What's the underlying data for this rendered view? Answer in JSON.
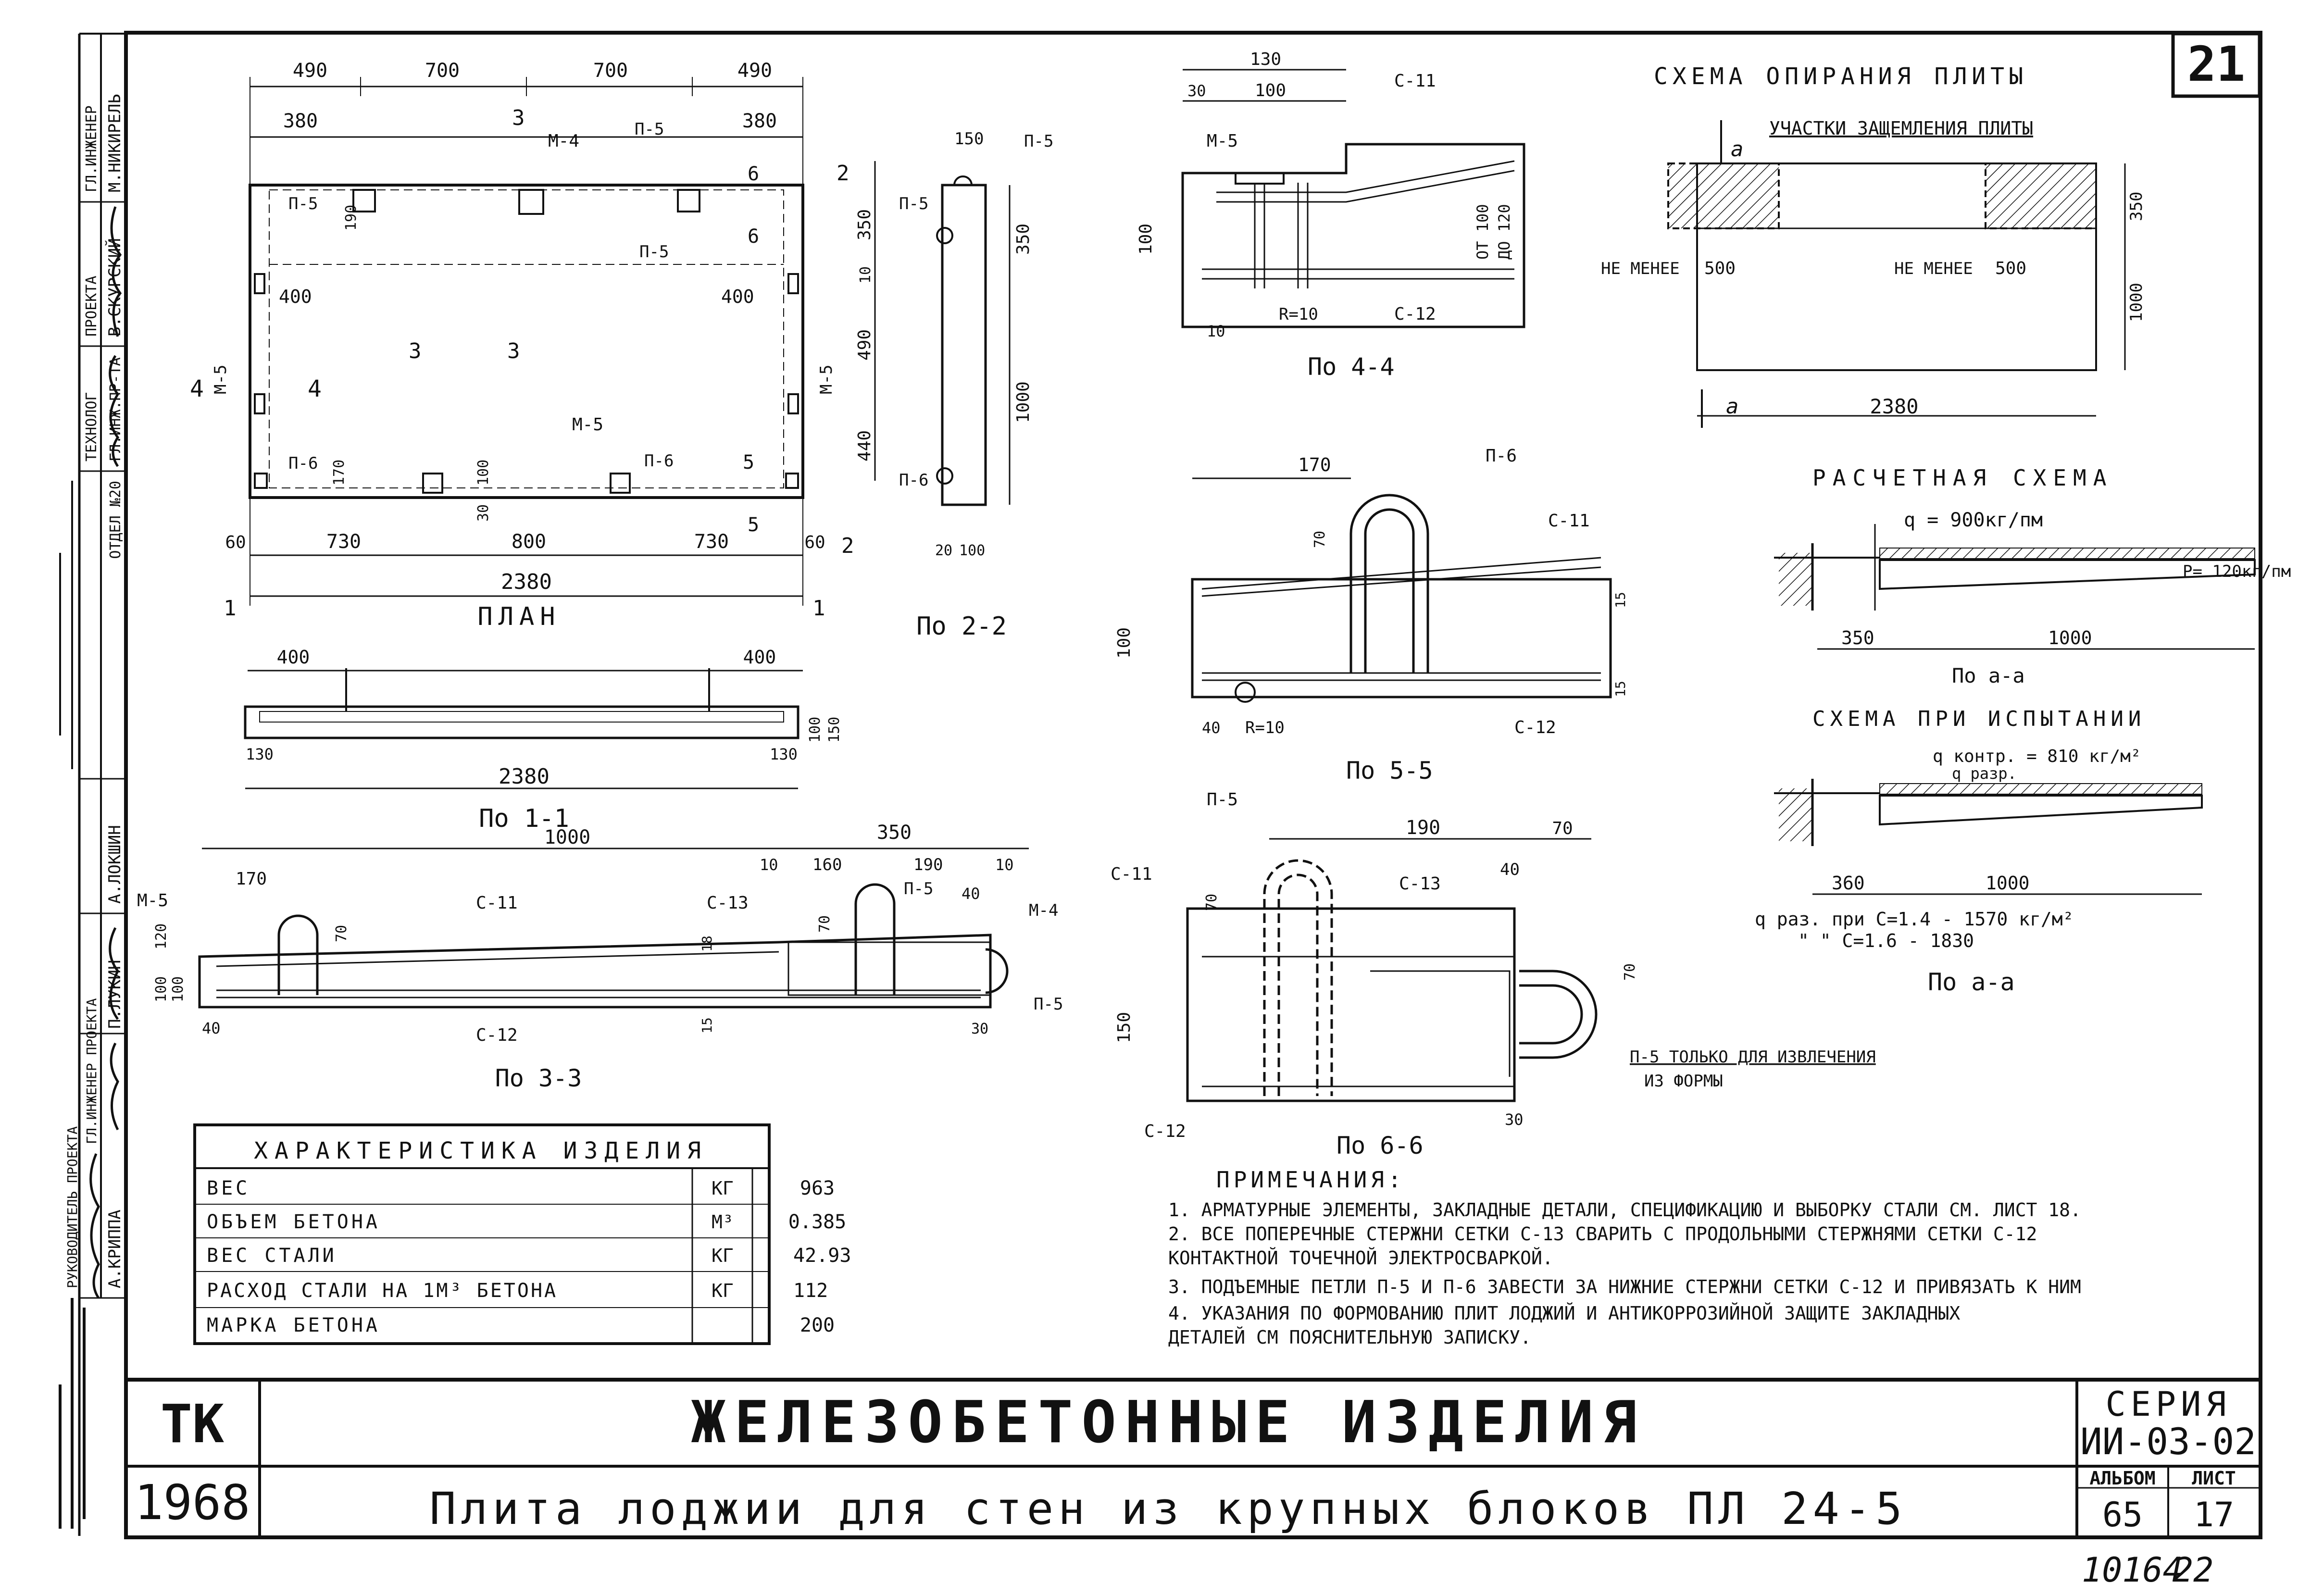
{
  "sheet": {
    "sheet_no": "21",
    "org": "ТК",
    "year": "1968",
    "title_main": "ЖЕЛЕЗОБЕТОННЫЕ ИЗДЕЛИЯ",
    "title_sub": "Плита лоджии для стен из крупных блоков ПЛ 24-5",
    "series_label": "СЕРИЯ",
    "series_value": "ИИ-03-02",
    "album_label": "АЛЬБОМ",
    "album_value": "65",
    "list_label": "ЛИСТ",
    "list_value": "17",
    "archive_no": "10164",
    "archive_page": "22"
  },
  "stamp": {
    "rows_top": [
      "ГЛ.ИНЖЕНЕР",
      "ПРОЕКТА",
      "ТЕХНОЛОГ",
      "ГЛ.ИНЖ.ПР-ТА"
    ],
    "names_top": [
      "М.НИКИРЕЛЬ",
      "В.СКУРСКИЙ",
      "ОТДЕЛ №20"
    ],
    "rows_bottom": [
      "ГЛ.ИНЖЕНЕР ПРОЕКТА",
      "РУКОВОДИТЕЛЬ ПРОЕКТА"
    ],
    "names_bottom": [
      "А.ЛОКШИН",
      "П.ЛУКИН",
      "А.КРИППА"
    ]
  },
  "plan": {
    "caption": "ПЛАН",
    "dims_top": [
      "490",
      "700",
      "700",
      "490"
    ],
    "dims_top2": [
      "380",
      "380"
    ],
    "dims_bottom": [
      "60",
      "730",
      "800",
      "730",
      "60"
    ],
    "total": "2380",
    "dims_inner": [
      "400",
      "400"
    ],
    "labels": [
      "М-4",
      "П-5",
      "П-5",
      "П-5",
      "М-5",
      "М-5",
      "М-5",
      "П-6",
      "П-6"
    ],
    "section_marks": [
      "3",
      "3",
      "3",
      "4",
      "4",
      "6",
      "6",
      "5",
      "5",
      "1",
      "1",
      "2"
    ],
    "small_dims": [
      "190",
      "170",
      "100",
      "30"
    ]
  },
  "s22": {
    "caption": "По 2-2",
    "dims_left": [
      "350",
      "10",
      "490",
      "440"
    ],
    "dims_right": [
      "350",
      "1000"
    ],
    "dims_bottom": [
      "20",
      "100"
    ],
    "dim_top": "150",
    "labels": [
      "П-5",
      "П-5",
      "П-6"
    ]
  },
  "s11": {
    "caption": "По 1-1",
    "dims_top": [
      "400",
      "400"
    ],
    "dims_bottom": [
      "130",
      "130"
    ],
    "total": "2380",
    "dims_right": [
      "100",
      "150"
    ]
  },
  "s44": {
    "caption": "По 4-4",
    "dims_top": [
      "130",
      "30",
      "100"
    ],
    "labels": [
      "С-11",
      "М-5",
      "С-12"
    ],
    "dims": [
      "100",
      "ОТ 100",
      "ДО 120",
      "10"
    ],
    "radius": "R=10"
  },
  "s55": {
    "caption": "По 5-5",
    "dim_top": "170",
    "labels": [
      "П-6",
      "С-11",
      "С-12"
    ],
    "dims": [
      "70",
      "100",
      "15",
      "15",
      "40"
    ],
    "radius": "R=10"
  },
  "s33": {
    "caption": "По 3-3",
    "dims_top": [
      "1000",
      "350",
      "10",
      "160",
      "190",
      "10"
    ],
    "dims_small": [
      "170",
      "70",
      "40",
      "100",
      "120",
      "100",
      "40",
      "15",
      "18",
      "30",
      "70"
    ],
    "labels": [
      "М-5",
      "С-11",
      "С-13",
      "П-5",
      "М-4",
      "С-12",
      "П-5"
    ]
  },
  "s66": {
    "caption": "По 6-6",
    "dims_top": [
      "190",
      "70"
    ],
    "dims": [
      "70",
      "40",
      "70",
      "150",
      "30"
    ],
    "labels": [
      "П-5",
      "С-11",
      "С-13",
      "С-12"
    ],
    "note": "П-5 ТОЛЬКО ДЛЯ ИЗВЛЕЧЕНИЯ",
    "note2": "ИЗ ФОРМЫ"
  },
  "support": {
    "title": "СХЕМА ОПИРАНИЯ ПЛИТЫ",
    "label": "УЧАСТКИ ЗАЩЕМЛЕНИЯ ПЛИТЫ",
    "min_labels": [
      "НЕ МЕНЕЕ",
      "НЕ МЕНЕЕ"
    ],
    "min_vals": [
      "500",
      "500"
    ],
    "width": "2380",
    "dims_right": [
      "350",
      "1000"
    ],
    "marks": [
      "а",
      "а"
    ]
  },
  "calc": {
    "title": "РАСЧЕТНАЯ СХЕМА",
    "q": "q = 900кг/пм",
    "p": "Р= 120кг/пм",
    "dims": [
      "350",
      "1000"
    ],
    "caption": "По а-а"
  },
  "test": {
    "title": "СХЕМА ПРИ ИСПЫТАНИИ",
    "q_contr": "q контр. = 810 кг/м²",
    "q_razr": "q разр.",
    "dims": [
      "360",
      "1000"
    ],
    "line1": "q раз. при С=1.4 - 1570 кг/м²",
    "line2": "\"   \"   С=1.6 - 1830",
    "caption": "По а-а"
  },
  "characteristics": {
    "title": "ХАРАКТЕРИСТИКА ИЗДЕЛИЯ",
    "rows": [
      {
        "name": "ВЕС",
        "unit": "КГ",
        "value": "963"
      },
      {
        "name": "ОБЪЕМ БЕТОНА",
        "unit": "М³",
        "value": "0.385"
      },
      {
        "name": "ВЕС СТАЛИ",
        "unit": "КГ",
        "value": "42.93"
      },
      {
        "name": "РАСХОД СТАЛИ НА 1М³ БЕТОНА",
        "unit": "КГ",
        "value": "112"
      },
      {
        "name": "МАРКА БЕТОНА",
        "unit": "",
        "value": "200"
      }
    ]
  },
  "notes": {
    "title": "ПРИМЕЧАНИЯ:",
    "items": [
      "1. АРМАТУРНЫЕ ЭЛЕМЕНТЫ, ЗАКЛАДНЫЕ ДЕТАЛИ, СПЕЦИФИКАЦИЮ И ВЫБОРКУ СТАЛИ СМ. ЛИСТ 18.",
      "2. ВСЕ ПОПЕРЕЧНЫЕ СТЕРЖНИ СЕТКИ С-13 СВАРИТЬ С ПРОДОЛЬНЫМИ СТЕРЖНЯМИ СЕТКИ С-12",
      "   КОНТАКТНОЙ ТОЧЕЧНОЙ ЭЛЕКТРОСВАРКОЙ.",
      "3. ПОДЪЕМНЫЕ ПЕТЛИ П-5 И П-6 ЗАВЕСТИ ЗА НИЖНИЕ СТЕРЖНИ СЕТКИ С-12 И ПРИВЯЗАТЬ К НИМ",
      "4. УКАЗАНИЯ ПО ФОРМОВАНИЮ ПЛИТ ЛОДЖИЙ И АНТИКОРРОЗИЙНОЙ ЗАЩИТЕ ЗАКЛАДНЫХ",
      "   ДЕТАЛЕЙ СМ ПОЯСНИТЕЛЬНУЮ ЗАПИСКУ."
    ]
  }
}
